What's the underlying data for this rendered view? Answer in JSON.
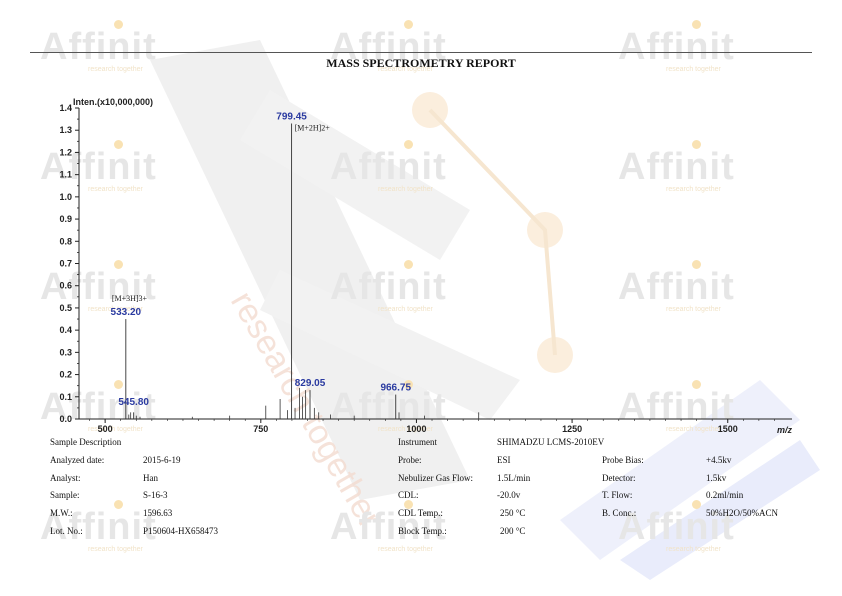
{
  "report_title": "MASS SPECTROMETRY REPORT",
  "watermark": {
    "brand": "Affinit",
    "tagline": "research together",
    "diagonal_text": "research together"
  },
  "chart_data": {
    "type": "bar",
    "y_axis_label": "Inten.(x10,000,000)",
    "x_unit_label": "m/z",
    "xlim": [
      458,
      1600
    ],
    "ylim": [
      0,
      1.4
    ],
    "y_ticks": [
      "0.0",
      "0.1",
      "0.2",
      "0.3",
      "0.4",
      "0.5",
      "0.6",
      "0.7",
      "0.8",
      "0.9",
      "1.0",
      "1.1",
      "1.2",
      "1.3",
      "1.4"
    ],
    "x_ticks": [
      "500",
      "750",
      "1000",
      "1250",
      "1500"
    ],
    "peaks": [
      {
        "mz": 533.2,
        "intensity": 0.45,
        "label": "533.20",
        "annotation": "[M+3H]3+"
      },
      {
        "mz": 545.8,
        "intensity": 0.03,
        "label": "545.80",
        "annotation": ""
      },
      {
        "mz": 799.45,
        "intensity": 1.33,
        "label": "799.45",
        "annotation": "[M+2H]2+"
      },
      {
        "mz": 829.05,
        "intensity": 0.13,
        "label": "829.05",
        "annotation": ""
      },
      {
        "mz": 966.75,
        "intensity": 0.11,
        "label": "966.75",
        "annotation": ""
      }
    ],
    "minor_peaks": [
      {
        "mz": 538,
        "intensity": 0.02
      },
      {
        "mz": 541,
        "intensity": 0.03
      },
      {
        "mz": 550,
        "intensity": 0.015
      },
      {
        "mz": 556,
        "intensity": 0.01
      },
      {
        "mz": 640,
        "intensity": 0.01
      },
      {
        "mz": 700,
        "intensity": 0.015
      },
      {
        "mz": 758,
        "intensity": 0.06
      },
      {
        "mz": 781,
        "intensity": 0.09
      },
      {
        "mz": 793,
        "intensity": 0.04
      },
      {
        "mz": 805,
        "intensity": 0.05
      },
      {
        "mz": 812,
        "intensity": 0.14
      },
      {
        "mz": 817,
        "intensity": 0.1
      },
      {
        "mz": 822,
        "intensity": 0.13
      },
      {
        "mz": 836,
        "intensity": 0.05
      },
      {
        "mz": 843,
        "intensity": 0.03
      },
      {
        "mz": 862,
        "intensity": 0.02
      },
      {
        "mz": 900,
        "intensity": 0.015
      },
      {
        "mz": 972,
        "intensity": 0.03
      },
      {
        "mz": 1013,
        "intensity": 0.015
      },
      {
        "mz": 1100,
        "intensity": 0.03
      }
    ]
  },
  "sample_info": {
    "section_title": "Sample Description",
    "rows": [
      {
        "label": "Analyzed date:",
        "value": "2015-6-19"
      },
      {
        "label": "Analyst:",
        "value": "Han"
      },
      {
        "label": "Sample:",
        "value": "S-16-3"
      },
      {
        "label": "M.W.:",
        "value": "1596.63"
      },
      {
        "label": "Lot. No.:",
        "value": "P150604-HX658473"
      }
    ]
  },
  "instrument_info": {
    "label": "Instrument",
    "value": "SHIMADZU LCMS-2010EV",
    "rows": [
      {
        "label": "Probe:",
        "value": "ESI"
      },
      {
        "label": "Nebulizer Gas Flow:",
        "value": "1.5L/min"
      },
      {
        "label": "CDL:",
        "value": "-20.0v"
      },
      {
        "label": "CDL Temp.:",
        "value": "250 °C"
      },
      {
        "label": "Block Temp.:",
        "value": "200 °C"
      }
    ],
    "right_rows": [
      {
        "label": "Probe Bias:",
        "value": "+4.5kv"
      },
      {
        "label": "Detector:",
        "value": "1.5kv"
      },
      {
        "label": "T. Flow:",
        "value": "0.2ml/min"
      },
      {
        "label": "B. Conc.:",
        "value": "50%H2O/50%ACN"
      }
    ]
  }
}
